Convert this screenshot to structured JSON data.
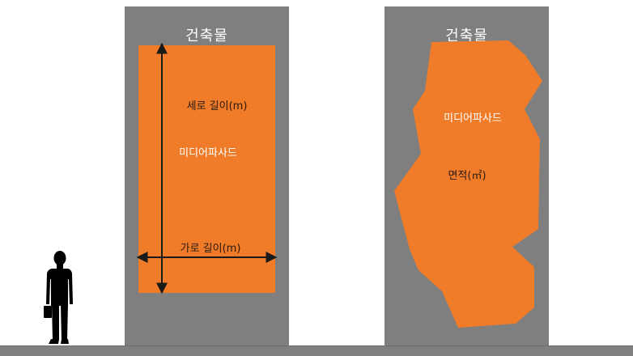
{
  "buildings": [
    {
      "label": "건축물",
      "facade_label": "미디어파사드",
      "height_label": "세로 길이(m)",
      "width_label": "가로 길이(m)"
    },
    {
      "label": "건축물",
      "facade_label": "미디어파사드",
      "area_label": "면적(㎡)"
    }
  ],
  "colors": {
    "building": "#7f7f7f",
    "facade": "#f07c2a",
    "ground": "#7f7f7f",
    "person": "#000000",
    "arrow": "#1a1a1a"
  }
}
